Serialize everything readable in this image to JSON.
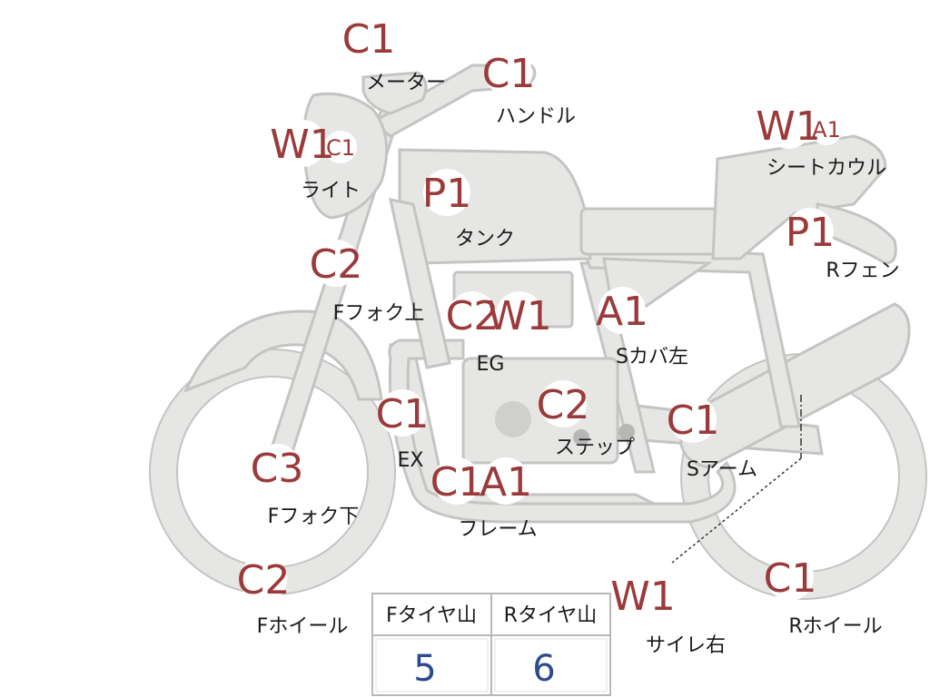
{
  "labels": {
    "meter": "メーター",
    "handle": "ハンドル",
    "light": "ライト",
    "seat_cowl": "シートカウル",
    "tank": "タンク",
    "r_fender": "Rフェン",
    "f_fork_upper": "Fフォク上",
    "eg": "EG",
    "s_cover_left": "Sカバ左",
    "ex": "EX",
    "step": "ステップ",
    "s_arm": "Sアーム",
    "f_fork_lower": "Fフォク下",
    "frame": "フレーム",
    "f_wheel": "Fホイール",
    "silencer_right": "サイレ右",
    "r_wheel": "Rホイール"
  },
  "codes": {
    "meter": "C1",
    "handle": "C1",
    "light_w": "W1",
    "light_c": "C1",
    "seat_cowl_w": "W1",
    "seat_cowl_a": "A1",
    "tank": "P1",
    "r_fender": "P1",
    "f_fork_upper": "C2",
    "eg_c": "C2",
    "eg_w": "W1",
    "s_cover_left": "A1",
    "ex": "C1",
    "step": "C2",
    "s_arm": "C1",
    "f_fork_lower": "C3",
    "frame_c": "C1",
    "frame_a": "A1",
    "f_wheel": "C2",
    "silencer_right": "W1",
    "r_wheel": "C1"
  },
  "tire_table": {
    "headers": [
      "Fタイヤ山",
      "Rタイヤ山"
    ],
    "values": [
      "5",
      "6"
    ]
  }
}
